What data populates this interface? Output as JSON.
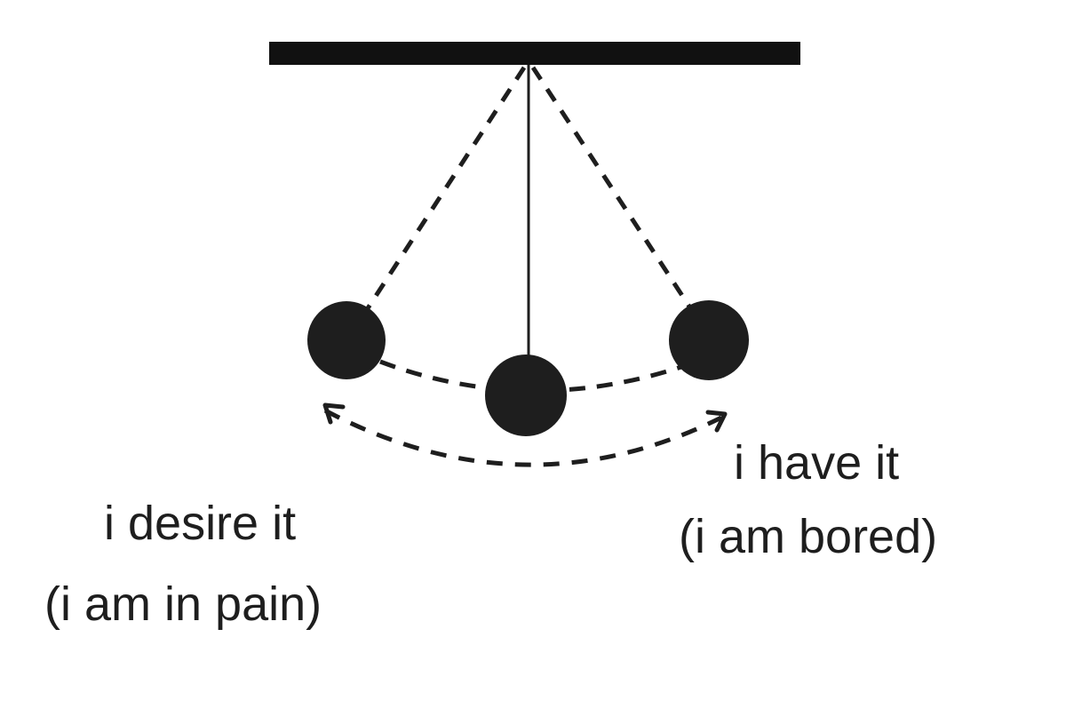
{
  "diagram": {
    "left_label": {
      "line1": "i desire it",
      "line2": "(i am in pain)"
    },
    "right_label": {
      "line1": "i have it",
      "line2": "(i am bored)"
    },
    "colors": {
      "ink": "#1e1e1e",
      "background": "#ffffff"
    }
  }
}
